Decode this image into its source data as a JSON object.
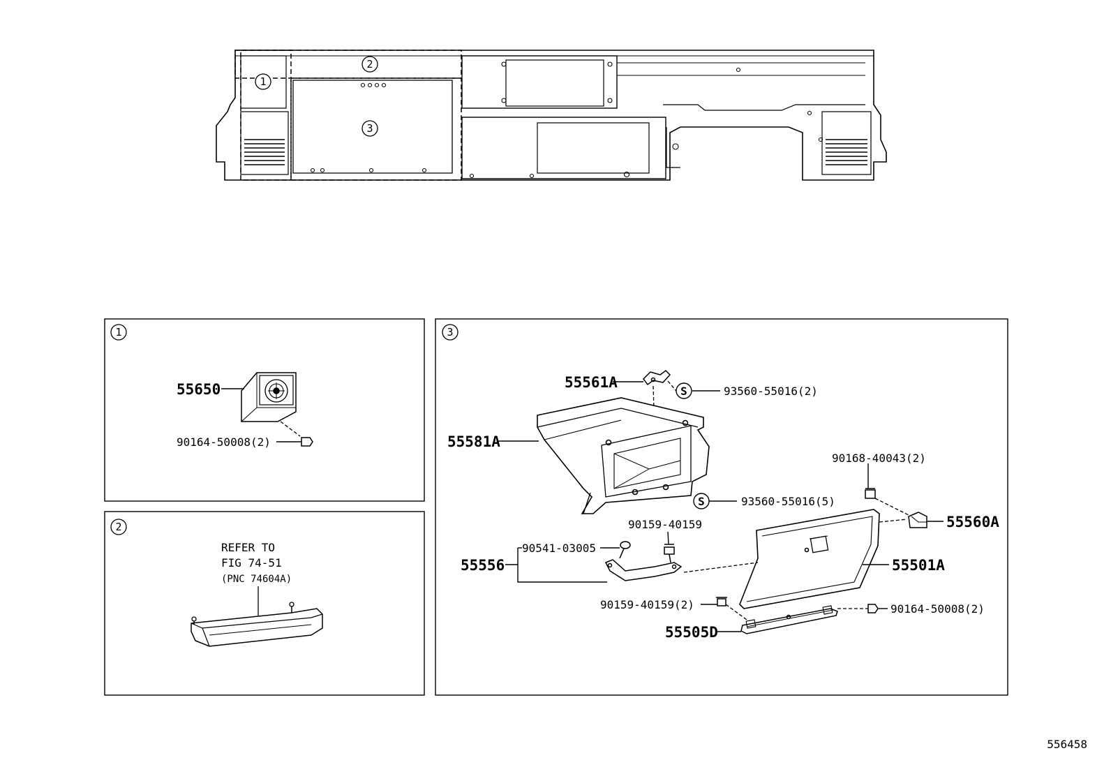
{
  "overview": {
    "region_markers": [
      "1",
      "2",
      "3"
    ]
  },
  "panels": [
    {
      "marker": "1",
      "callouts": [
        {
          "part": "55650"
        },
        {
          "part": "90164-50008(2)"
        }
      ]
    },
    {
      "marker": "2",
      "note": [
        "REFER TO",
        "FIG 74-51",
        "(PNC 74604A)"
      ]
    },
    {
      "marker": "3",
      "callouts": [
        {
          "part": "55561A"
        },
        {
          "part": "93560-55016(2)",
          "symbol": "S"
        },
        {
          "part": "55581A"
        },
        {
          "part": "93560-55016(5)",
          "symbol": "S"
        },
        {
          "part": "90168-40043(2)"
        },
        {
          "part": "55560A"
        },
        {
          "part": "90159-40159"
        },
        {
          "part": "90541-03005"
        },
        {
          "part": "55556"
        },
        {
          "part": "55501A"
        },
        {
          "part": "90159-40159(2)"
        },
        {
          "part": "90164-50008(2)"
        },
        {
          "part": "55505D"
        }
      ]
    }
  ],
  "figure_id": "556458"
}
